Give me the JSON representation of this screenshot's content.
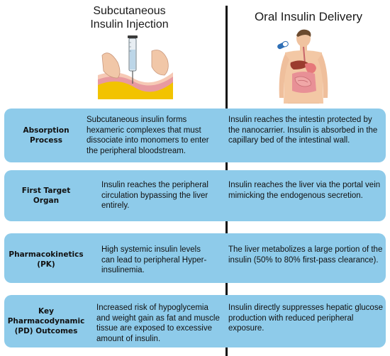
{
  "columns": {
    "left_title": "Subcutaneous\nInsulin Injection",
    "right_title": "Oral Insulin Delivery"
  },
  "illustrations": {
    "left_icon": "injection-syringe-skin",
    "right_icon": "human-digestive-system-with-pill"
  },
  "colors": {
    "row_fill": "#8ecbea",
    "divider": "#111111"
  },
  "rows": [
    {
      "label": "Absorption\nProcess",
      "subcutaneous": "Subcutaneous insulin forms hexameric complexes that must dissociate into monomers to enter the peripheral bloodstream.",
      "oral": "Insulin reaches the intestin protected by the nanocarrier. Insulin is absorbed in the capillary bed of the intestinal wall."
    },
    {
      "label": "First Target\nOrgan",
      "subcutaneous": "Insulin reaches the peripheral circulation bypassing the liver entirely.",
      "oral": "Insulin reaches the liver via the portal vein mimicking the endogenous secretion."
    },
    {
      "label": "Pharmacokinetics\n(PK)",
      "subcutaneous": "High systemic insulin levels can lead to peripheral Hyper-insulinemia.",
      "oral": "The liver metabolizes a large portion of the insulin (50% to 80% first-pass clearance)."
    },
    {
      "label": "Key\nPharmacodynamic\n(PD) Outcomes",
      "subcutaneous": "Increased risk of hypoglycemia and weight gain as fat and muscle tissue are exposed to excessive amount of insulin.",
      "oral": "Insulin directly suppresses hepatic glucose production with reduced peripheral exposure."
    }
  ]
}
